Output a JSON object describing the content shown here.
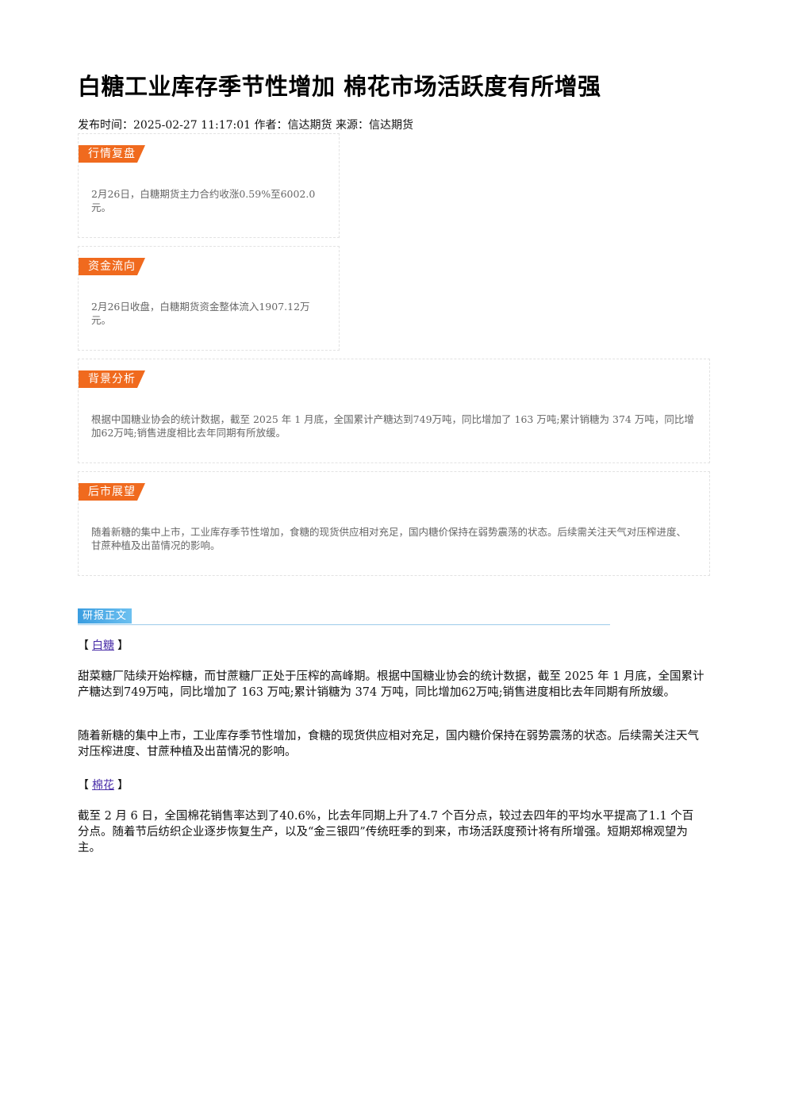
{
  "title": "白糖工业库存季节性增加 棉花市场活跃度有所增强",
  "meta": "发布时间：2025-02-27 11:17:01 作者：信达期货 来源：信达期货",
  "cards": [
    {
      "tag": "行情复盘",
      "text": "2月26日，白糖期货主力合约收涨0.59%至6002.0元。"
    },
    {
      "tag": "资金流向",
      "text": "2月26日收盘，白糖期货资金整体流入1907.12万元。"
    },
    {
      "tag": "背景分析",
      "text": "根据中国糖业协会的统计数据，截至 2025 年 1 月底，全国累计产糖达到749万吨，同比增加了 163 万吨;累计销糖为 374 万吨，同比增加62万吨;销售进度相比去年同期有所放缓。"
    },
    {
      "tag": "后市展望",
      "text": "随着新糖的集中上市，工业库存季节性增加，食糖的现货供应相对充足，国内糖价保持在弱势震荡的状态。后续需关注天气对压榨进度、甘蔗种植及出苗情况的影响。"
    }
  ],
  "section_label": "研报正文",
  "sugar": {
    "label": "白糖",
    "paragraphs": [
      "甜菜糖厂陆续开始榨糖，而甘蔗糖厂正处于压榨的高峰期。根据中国糖业协会的统计数据，截至 2025 年 1 月底，全国累计产糖达到749万吨，同比增加了 163 万吨;累计销糖为 374 万吨，同比增加62万吨;销售进度相比去年同期有所放缓。",
      "随着新糖的集中上市，工业库存季节性增加，食糖的现货供应相对充足，国内糖价保持在弱势震荡的状态。后续需关注天气对压榨进度、甘蔗种植及出苗情况的影响。"
    ]
  },
  "cotton": {
    "label": "棉花",
    "paragraphs": [
      "截至 2 月 6 日，全国棉花销售率达到了40.6%，比去年同期上升了4.7 个百分点，较过去四年的平均水平提高了1.1 个百分点。随着节后纺织企业逐步恢复生产，以及“金三银四”传统旺季的到来，市场活跃度预计将有所增强。短期郑棉观望为主。"
    ]
  },
  "bracket_open": "【",
  "bracket_close": "】"
}
